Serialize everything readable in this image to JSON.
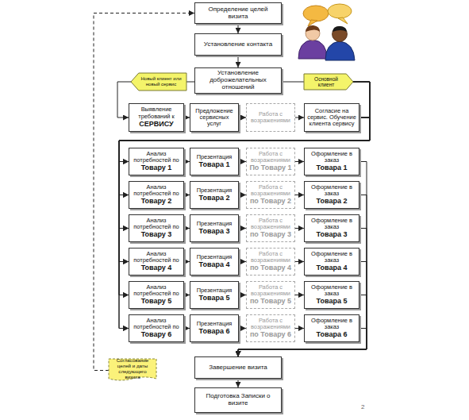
{
  "diagram": {
    "nodes": [
      {
        "text": [
          "Определение целей визита"
        ]
      },
      {
        "text": [
          "Установление контакта"
        ]
      },
      {
        "text": [
          "Установление доброжелательных отношений"
        ]
      },
      {
        "text": [
          "Новый клиент или новый сервис"
        ]
      },
      {
        "text": [
          "Основной клиент"
        ]
      },
      {
        "text": [
          "Выявление требований к",
          "СЕРВИСУ"
        ]
      },
      {
        "text": [
          "Предложение сервисных услуг"
        ]
      },
      {
        "text": [
          "Работа с возражениями"
        ]
      },
      {
        "text": [
          "Согласие на сервис. Обучение клиента сервису"
        ]
      },
      {
        "text": [
          "Анализ потребностей по",
          "Товару 1"
        ]
      },
      {
        "text": [
          "Презентация",
          "Товара 1"
        ]
      },
      {
        "text": [
          "Работа с возражениями",
          "По Товару 1"
        ]
      },
      {
        "text": [
          "Оформление в заказ",
          "Товара 1"
        ]
      },
      {
        "text": [
          "Анализ потребностей по",
          "Товару 2"
        ]
      },
      {
        "text": [
          "Презентация",
          "Товара 2"
        ]
      },
      {
        "text": [
          "Работа с возражениями",
          "по Товару 2"
        ]
      },
      {
        "text": [
          "Оформление в заказ",
          "Товара 2"
        ]
      },
      {
        "text": [
          "Анализ потребностей по",
          "Товару 3"
        ]
      },
      {
        "text": [
          "Презентация",
          "Товара 3"
        ]
      },
      {
        "text": [
          "Работа с возражениями",
          "по Товару 3"
        ]
      },
      {
        "text": [
          "Оформление в заказ",
          "Товара 3"
        ]
      },
      {
        "text": [
          "Анализ потребностей по",
          "Товару 4"
        ]
      },
      {
        "text": [
          "Презентация",
          "Товара 4"
        ]
      },
      {
        "text": [
          "Работа с возражениями",
          "по Товару 4"
        ]
      },
      {
        "text": [
          "Оформление в заказ",
          "Товара 4"
        ]
      },
      {
        "text": [
          "Анализ потребностей по",
          "Товару 5"
        ]
      },
      {
        "text": [
          "Презентация",
          "Товара 5"
        ]
      },
      {
        "text": [
          "Работа с возражениями",
          "по Товару 5"
        ]
      },
      {
        "text": [
          "Оформление в заказ",
          "Товара 5"
        ]
      },
      {
        "text": [
          "Анализ потребностей по",
          "Товару 6"
        ]
      },
      {
        "text": [
          "Презентация",
          "Товара 6"
        ]
      },
      {
        "text": [
          "Работа с возражениями",
          "по Товару 6"
        ]
      },
      {
        "text": [
          "Оформление в заказ",
          "Товара 6"
        ]
      },
      {
        "text": [
          "Завершение визита"
        ]
      },
      {
        "text": [
          "Подготовка Записки о визите"
        ]
      },
      {
        "text": [
          "Согласование целей и даты следующего визита"
        ]
      }
    ],
    "edges": [
      {
        "from": 0,
        "to": 1,
        "arrow": "to"
      },
      {
        "from": 1,
        "to": 2,
        "arrow": "to"
      },
      {
        "from": 2,
        "to": 3,
        "arrow": "none"
      },
      {
        "from": 3,
        "to": 5,
        "arrow": "to"
      },
      {
        "from": 2,
        "to": 4,
        "arrow": "none"
      },
      {
        "from": 5,
        "to": 6,
        "arrow": "to"
      },
      {
        "from": 6,
        "to": 7,
        "arrow": "to"
      },
      {
        "from": 7,
        "to": 8,
        "arrow": "to"
      },
      {
        "from": 8,
        "to": 9,
        "arrow": "to"
      },
      {
        "from": 8,
        "to": 13,
        "arrow": "to"
      },
      {
        "from": 8,
        "to": 17,
        "arrow": "to"
      },
      {
        "from": 8,
        "to": 21,
        "arrow": "to"
      },
      {
        "from": 8,
        "to": 25,
        "arrow": "to"
      },
      {
        "from": 8,
        "to": 29,
        "arrow": "to"
      },
      {
        "from": 4,
        "to": 9,
        "arrow": "to"
      },
      {
        "from": 4,
        "to": 13,
        "arrow": "to"
      },
      {
        "from": 4,
        "to": 17,
        "arrow": "to"
      },
      {
        "from": 4,
        "to": 21,
        "arrow": "to"
      },
      {
        "from": 4,
        "to": 25,
        "arrow": "to"
      },
      {
        "from": 4,
        "to": 29,
        "arrow": "to"
      },
      {
        "from": 9,
        "to": 10,
        "arrow": "to"
      },
      {
        "from": 10,
        "to": 11,
        "arrow": "to"
      },
      {
        "from": 11,
        "to": 12,
        "arrow": "to"
      },
      {
        "from": 13,
        "to": 14,
        "arrow": "to"
      },
      {
        "from": 14,
        "to": 15,
        "arrow": "to"
      },
      {
        "from": 15,
        "to": 16,
        "arrow": "to"
      },
      {
        "from": 17,
        "to": 18,
        "arrow": "to"
      },
      {
        "from": 18,
        "to": 19,
        "arrow": "to"
      },
      {
        "from": 19,
        "to": 20,
        "arrow": "to"
      },
      {
        "from": 21,
        "to": 22,
        "arrow": "to"
      },
      {
        "from": 22,
        "to": 23,
        "arrow": "to"
      },
      {
        "from": 23,
        "to": 24,
        "arrow": "to"
      },
      {
        "from": 25,
        "to": 26,
        "arrow": "to"
      },
      {
        "from": 26,
        "to": 27,
        "arrow": "to"
      },
      {
        "from": 27,
        "to": 28,
        "arrow": "to"
      },
      {
        "from": 29,
        "to": 30,
        "arrow": "to"
      },
      {
        "from": 30,
        "to": 31,
        "arrow": "to"
      },
      {
        "from": 31,
        "to": 32,
        "arrow": "to"
      },
      {
        "from": 12,
        "to": 33,
        "arrow": "to"
      },
      {
        "from": 16,
        "to": 33,
        "arrow": "to"
      },
      {
        "from": 20,
        "to": 33,
        "arrow": "to"
      },
      {
        "from": 24,
        "to": 33,
        "arrow": "to"
      },
      {
        "from": 28,
        "to": 33,
        "arrow": "to"
      },
      {
        "from": 32,
        "to": 33,
        "arrow": "to"
      },
      {
        "from": 33,
        "to": 34,
        "arrow": "to"
      },
      {
        "from": 35,
        "to": 0,
        "arrow": "to"
      }
    ],
    "labels": [
      "2"
    ]
  }
}
